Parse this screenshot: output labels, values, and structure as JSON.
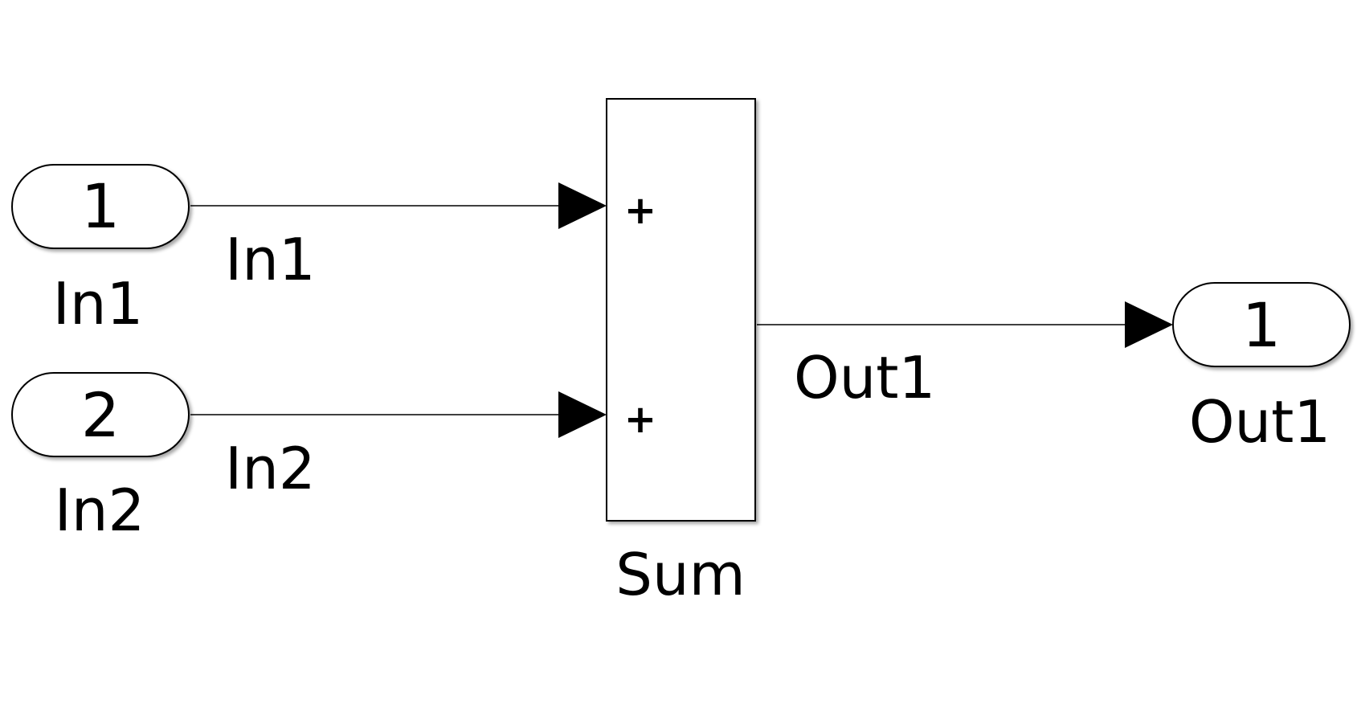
{
  "blocks": {
    "in1": {
      "port_number": "1",
      "name": "In1"
    },
    "in2": {
      "port_number": "2",
      "name": "In2"
    },
    "sum": {
      "name": "Sum",
      "signs": [
        "+",
        "+"
      ]
    },
    "out1": {
      "port_number": "1",
      "name": "Out1"
    }
  },
  "signals": {
    "in1_line": "In1",
    "in2_line": "In2",
    "out1_line": "Out1"
  }
}
